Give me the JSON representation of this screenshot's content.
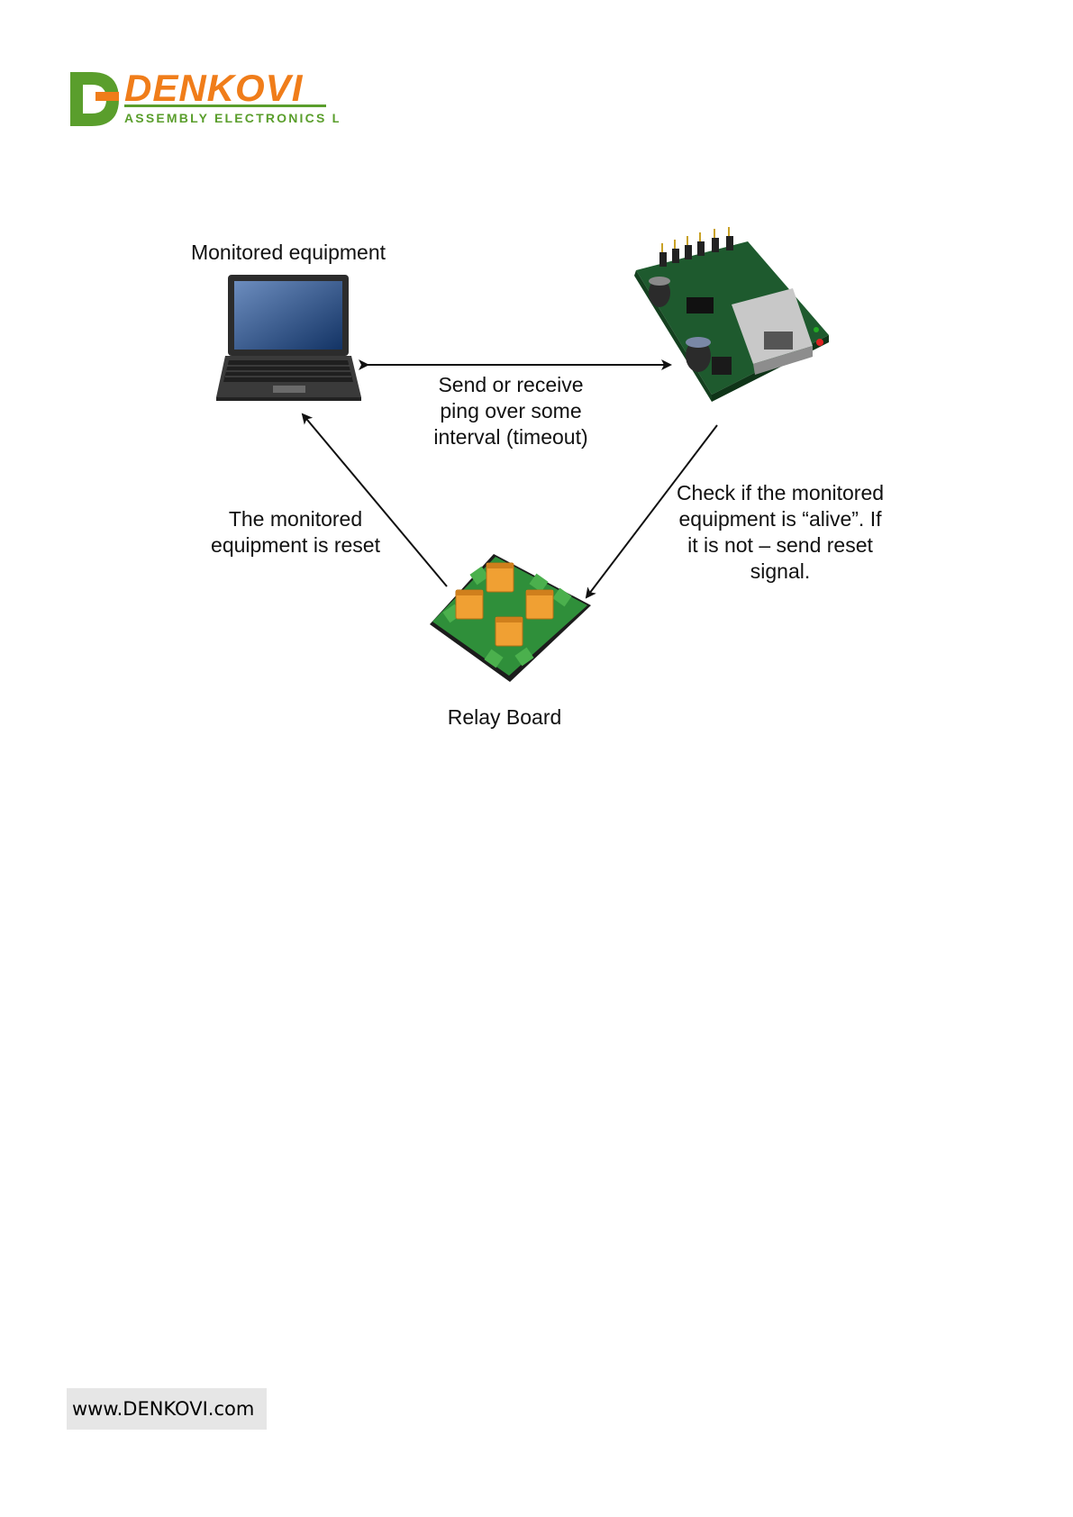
{
  "logo": {
    "brand": "DENKOVI",
    "tagline": "ASSEMBLY ELECTRONICS LTD",
    "colors": {
      "green": "#5a9e2c",
      "orange": "#f07d1a"
    }
  },
  "diagram": {
    "nodes": {
      "monitored": {
        "label": "Monitored equipment",
        "icon": "laptop-icon"
      },
      "controller": {
        "icon": "ethernet-controller-board-icon"
      },
      "relay": {
        "label": "Relay Board",
        "icon": "relay-board-icon"
      }
    },
    "edges": {
      "ping": {
        "lines": [
          "Send or receive",
          "ping over some",
          "interval (timeout)"
        ]
      },
      "check": {
        "lines": [
          "Check if the monitored",
          "equipment is “alive”. If",
          "it is not – send reset",
          "signal."
        ]
      },
      "reset": {
        "lines": [
          "The monitored",
          "equipment is reset"
        ]
      }
    }
  },
  "footer": {
    "url": "www.DENKOVI.com"
  }
}
